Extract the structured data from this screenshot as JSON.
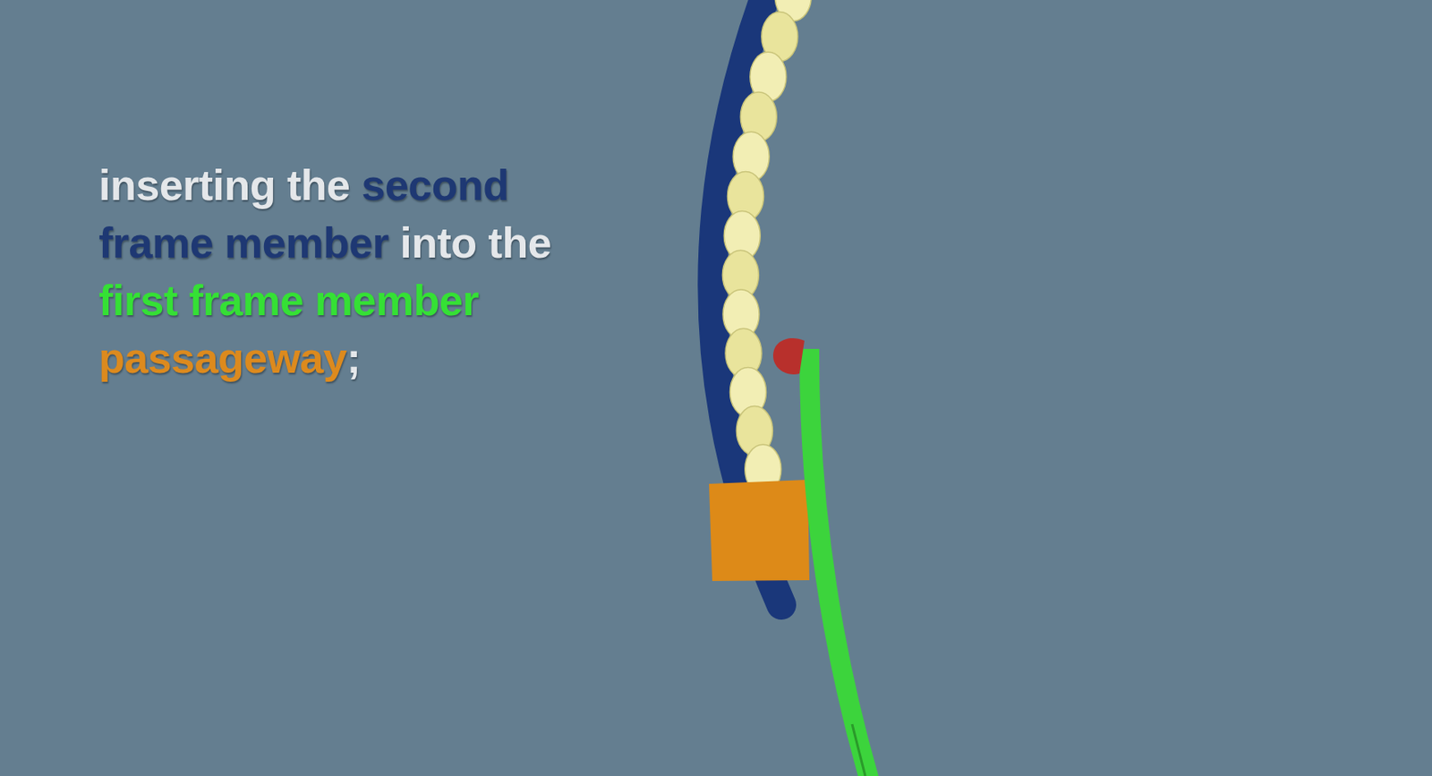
{
  "diagram": {
    "labels": [
      "inserting the",
      "second frame member",
      "into the",
      "first frame member",
      "passageway",
      ";"
    ]
  }
}
